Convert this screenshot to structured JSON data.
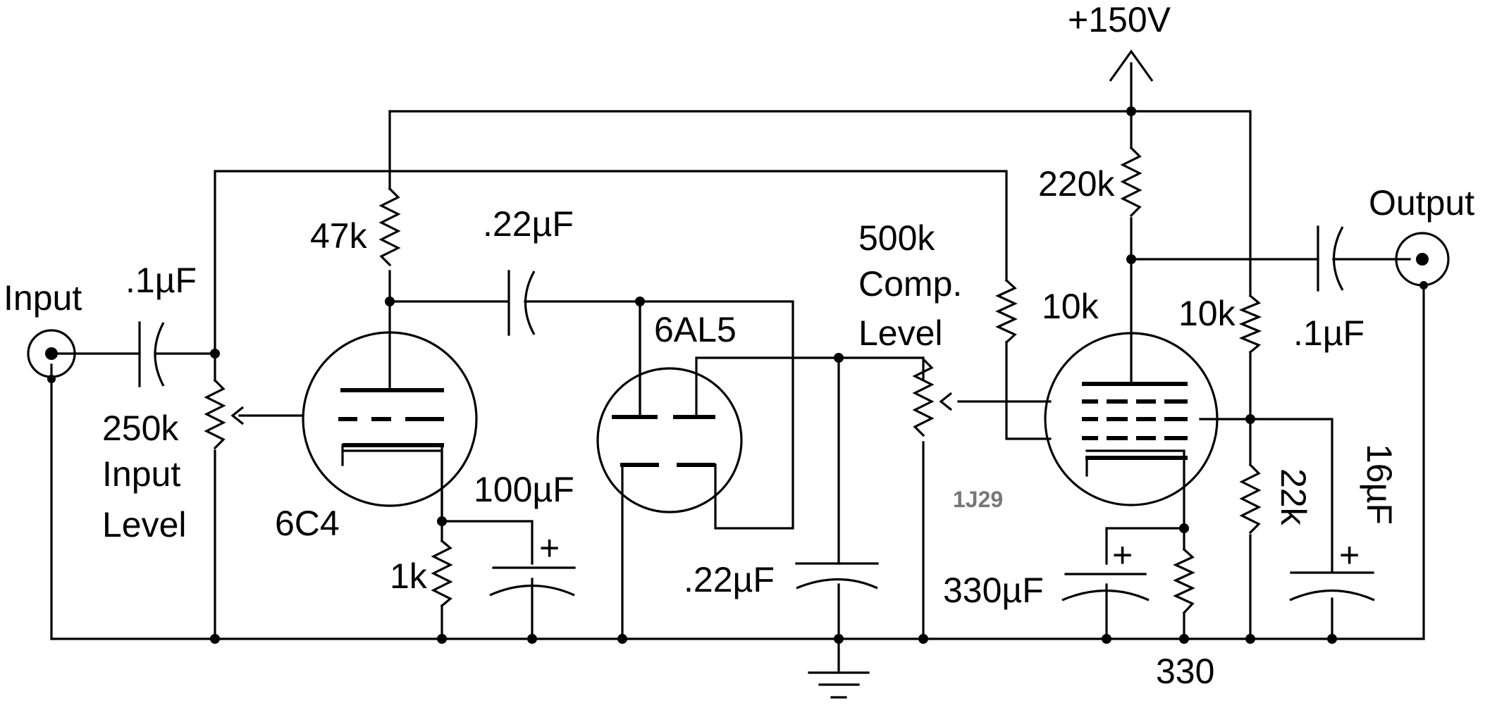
{
  "supply": {
    "label": "+150V"
  },
  "connectors": {
    "input": "Input",
    "output": "Output"
  },
  "components": {
    "c_input": ".1µF",
    "r_input_pot": "250k",
    "r_input_pot_name_1": "Input",
    "r_input_pot_name_2": "Level",
    "r_plate_6c4": "47k",
    "c_coupling": ".22µF",
    "r_cathode_6c4": "1k",
    "c_cathode_6c4": "100µF",
    "tube_6c4": "6C4",
    "tube_6al5": "6AL5",
    "c_filter": ".22µF",
    "r_comp_pot": "500k",
    "r_comp_pot_name_1": "Comp.",
    "r_comp_pot_name_2": "Level",
    "r_10k_left": "10k",
    "r_plate_1j29": "220k",
    "tube_1j29": "1J29",
    "c_cathode_1j29": "330µF",
    "r_cathode_1j29": "330",
    "r_screen_10k": "10k",
    "c_output": ".1µF",
    "r_22k": "22k",
    "c_screen": "16µF",
    "symbol_plus": "+"
  },
  "colors": {
    "ink": "#000000",
    "tube_label": "#777777",
    "background": "#ffffff"
  }
}
